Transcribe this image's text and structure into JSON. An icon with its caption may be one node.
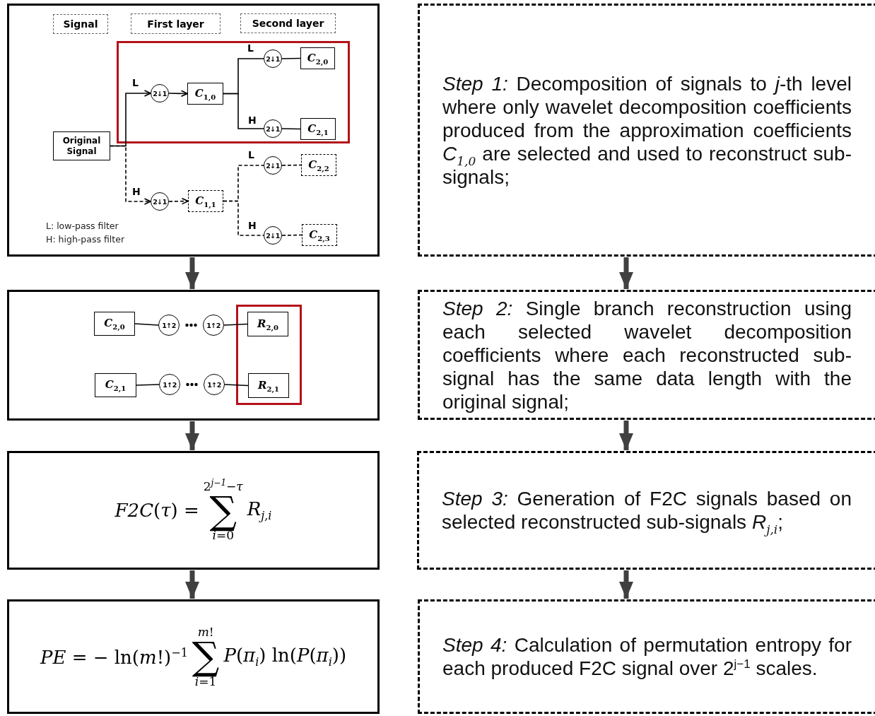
{
  "diagram": {
    "nodes": [
      {
        "text": [],
        "shape": "box"
      },
      {
        "text": [
          "Signal"
        ],
        "in": 0
      },
      {
        "text": [
          "First layer"
        ],
        "in": 0
      },
      {
        "text": [
          "Second layer"
        ],
        "in": 0
      },
      {
        "text": [],
        "shape": "box",
        "in": 0
      },
      {
        "text": [
          "Original Signal"
        ],
        "in": 0
      },
      {
        "text": [
          "2↓1"
        ],
        "in": 4
      },
      {
        "text": [
          "*C*$_{1,0}$"
        ],
        "in": 4
      },
      {
        "text": [
          "2↓1"
        ],
        "in": 4
      },
      {
        "text": [
          "*C*$_{2,0}$"
        ],
        "in": 4
      },
      {
        "text": [
          "2↓1"
        ],
        "in": 4
      },
      {
        "text": [
          "*C*$_{2,1}$"
        ],
        "in": 4
      },
      {
        "text": [
          "2↓1"
        ],
        "in": 0
      },
      {
        "text": [
          "*C*$_{1,1}$"
        ],
        "in": 0
      },
      {
        "text": [
          "2↓1"
        ],
        "in": 0
      },
      {
        "text": [
          "*C*$_{2,2}$"
        ],
        "in": 0
      },
      {
        "text": [
          "2↓1"
        ],
        "in": 0
      },
      {
        "text": [
          "*C*$_{2,3}$"
        ],
        "in": 0
      },
      {
        "text": [],
        "shape": "box"
      },
      {
        "text": [
          "*C*$_{2,0}$"
        ],
        "in": 18
      },
      {
        "text": [
          "1↑2"
        ],
        "in": 18
      },
      {
        "text": [
          "1↑2"
        ],
        "in": 18
      },
      {
        "text": [],
        "shape": "box",
        "in": 18
      },
      {
        "text": [
          "*R*$_{2,0}$"
        ],
        "in": 22
      },
      {
        "text": [
          "*C*$_{2,1}$"
        ],
        "in": 18
      },
      {
        "text": [
          "1↑2"
        ],
        "in": 18
      },
      {
        "text": [
          "1↑2"
        ],
        "in": 18
      },
      {
        "text": [
          "*R*$_{2,1}$"
        ],
        "in": 22
      },
      {
        "text": [
          "*F2C*(*τ*) =",
          "2$^{j−1}$−*τ*",
          "∑",
          "*i*=0",
          "*R*$_{j,i}$"
        ]
      },
      {
        "text": [
          "*PE* = − ln(*m*!)$^{−1}$",
          "*m*!",
          "∑",
          "*i*=1",
          "*P*(*π*$_{i}$) ln(*P*(*π*$_{i}$))"
        ]
      },
      {
        "text": [
          "*Step 1:*  Decomposition of signals to *j*-th level where only wavelet decomposition coefficients produced from the approximation coefficients *C*$_{1,0}$ are selected and used to reconstruct sub-signals;"
        ]
      },
      {
        "text": [
          "*Step 2:* Single branch reconstruction using each selected wavelet decomposition coefficients where each reconstructed sub-signal has the same data length with the original signal;"
        ]
      },
      {
        "text": [
          "*Step 3:* Generation of F2C signals based on selected reconstructed sub-signals *R*$_{j,i}$;"
        ]
      },
      {
        "text": [
          "*Step 4:* Calculation of permutation entropy for each produced F2C signal over 2$^{j−1}$ scales."
        ]
      }
    ],
    "edges": [
      {
        "from": 5,
        "to": 6,
        "arrow": "to",
        "label": "L"
      },
      {
        "from": 6,
        "to": 7,
        "arrow": "to"
      },
      {
        "from": 7,
        "to": 8,
        "arrow": "none",
        "label": "L"
      },
      {
        "from": 8,
        "to": 9,
        "arrow": "none"
      },
      {
        "from": 7,
        "to": 10,
        "arrow": "none",
        "label": "H"
      },
      {
        "from": 10,
        "to": 11,
        "arrow": "none"
      },
      {
        "from": 5,
        "to": 12,
        "arrow": "to",
        "label": "H",
        "style": "dashed"
      },
      {
        "from": 12,
        "to": 13,
        "arrow": "to",
        "style": "dashed"
      },
      {
        "from": 13,
        "to": 14,
        "arrow": "none",
        "label": "L",
        "style": "dashed"
      },
      {
        "from": 14,
        "to": 15,
        "arrow": "none",
        "style": "dashed"
      },
      {
        "from": 13,
        "to": 16,
        "arrow": "none",
        "label": "H",
        "style": "dashed"
      },
      {
        "from": 16,
        "to": 17,
        "arrow": "none",
        "style": "dashed"
      },
      {
        "from": 19,
        "to": 20,
        "arrow": "none"
      },
      {
        "from": 21,
        "to": 23,
        "arrow": "none"
      },
      {
        "from": 24,
        "to": 25,
        "arrow": "none"
      },
      {
        "from": 26,
        "to": 27,
        "arrow": "none"
      },
      {
        "from": 0,
        "to": 18,
        "arrow": "to",
        "style": "thick",
        "color": "#404040"
      },
      {
        "from": 18,
        "to": 28,
        "arrow": "to",
        "style": "thick",
        "color": "#404040"
      },
      {
        "from": 28,
        "to": 29,
        "arrow": "to",
        "style": "thick",
        "color": "#404040"
      },
      {
        "from": 30,
        "to": 31,
        "arrow": "to",
        "style": "thick",
        "color": "#404040"
      },
      {
        "from": 31,
        "to": 32,
        "arrow": "to",
        "style": "thick",
        "color": "#404040"
      },
      {
        "from": 32,
        "to": 33,
        "arrow": "to",
        "style": "thick",
        "color": "#404040"
      }
    ],
    "labels": [
      "L: low-pass filter",
      "H: high-pass filter"
    ]
  }
}
